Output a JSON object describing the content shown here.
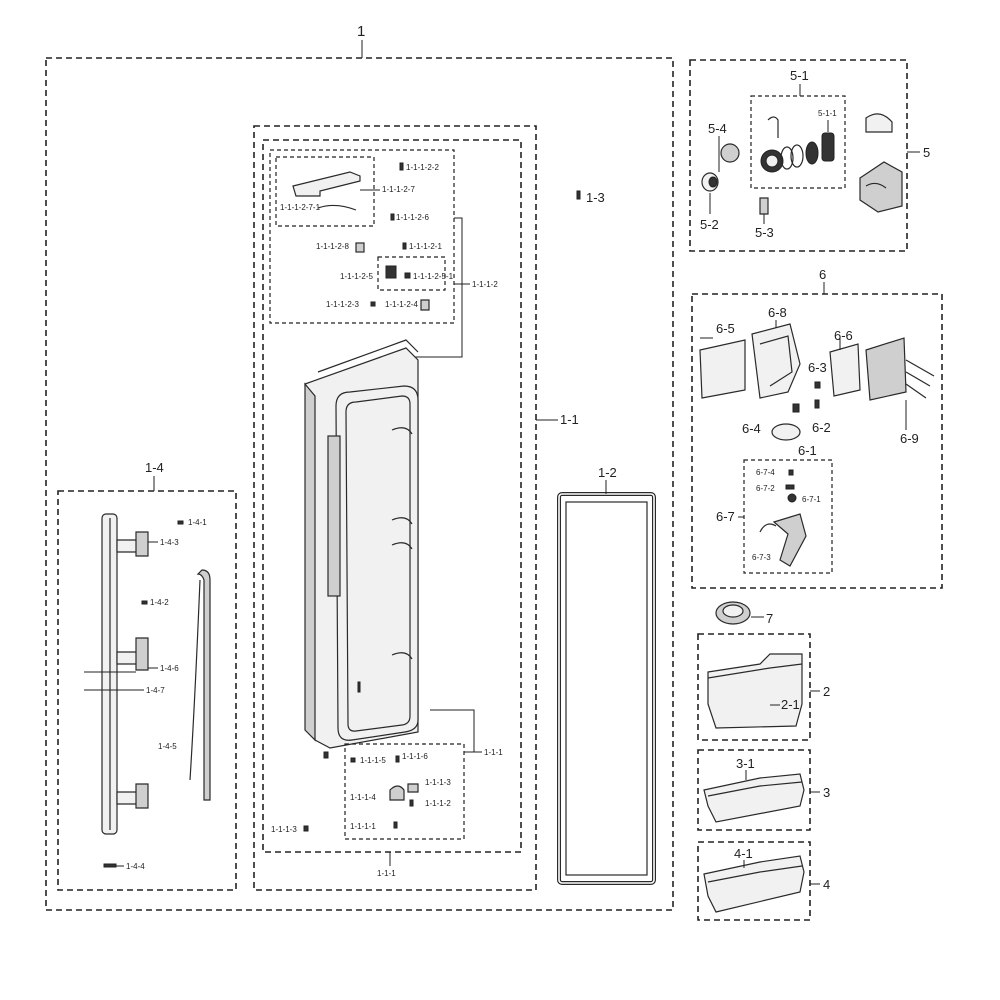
{
  "labels": {
    "l1": "1",
    "l1_1": "1-1",
    "l1_1_1": "1-1-1",
    "l1_1_1_top": "1-1-1",
    "l1_1_1_1": "1-1-1-1",
    "l1_1_1_2": "1-1-1-2",
    "l1_1_1_3": "1-1-1-3",
    "l1_1_1_4": "1-1-1-4",
    "l1_1_1_5": "1-1-1-5",
    "l1_1_1_6": "1-1-1-6",
    "l1_1_2": "1-1-1-2",
    "l1_1_2_1": "1-1-1-2-1",
    "l1_1_2_2": "1-1-1-2-2",
    "l1_1_2_3": "1-1-1-2-3",
    "l1_1_2_4": "1-1-1-2-4",
    "l1_1_2_5": "1-1-1-2-5",
    "l1_1_2_5_1": "1-1-1-2-5-1",
    "l1_1_2_6": "1-1-1-2-6",
    "l1_1_2_7": "1-1-1-2-7",
    "l1_1_2_7_1": "1-1-1-2-7-1",
    "l1_1_2_8": "1-1-1-2-8",
    "l1_1_3": "1-1-1-3",
    "l1_2": "1-2",
    "l1_3": "1-3",
    "l1_4": "1-4",
    "l1_4_1": "1-4-1",
    "l1_4_2": "1-4-2",
    "l1_4_3": "1-4-3",
    "l1_4_4": "1-4-4",
    "l1_4_5": "1-4-5",
    "l1_4_6": "1-4-6",
    "l1_4_7": "1-4-7",
    "l2": "2",
    "l2_1": "2-1",
    "l3": "3",
    "l3_1": "3-1",
    "l4": "4",
    "l4_1": "4-1",
    "l5": "5",
    "l5_1": "5-1",
    "l5_1_1": "5-1-1",
    "l5_2": "5-2",
    "l5_3": "5-3",
    "l5_4": "5-4",
    "l6": "6",
    "l6_1": "6-1",
    "l6_2": "6-2",
    "l6_3": "6-3",
    "l6_4": "6-4",
    "l6_5": "6-5",
    "l6_6": "6-6",
    "l6_7": "6-7",
    "l6_7_1": "6-7-1",
    "l6_7_2": "6-7-2",
    "l6_7_3": "6-7-3",
    "l6_7_4": "6-7-4",
    "l6_8": "6-8",
    "l6_9": "6-9",
    "l7": "7"
  }
}
